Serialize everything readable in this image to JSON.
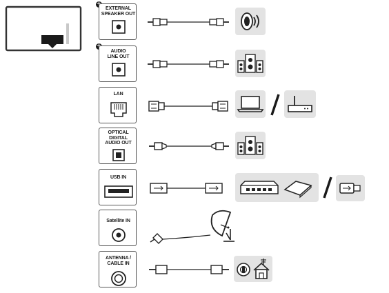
{
  "ports": [
    {
      "id": "external-speaker-out",
      "label": "EXTERNAL\nSPEAKER OUT",
      "has_plus": true
    },
    {
      "id": "audio-line-out",
      "label": "AUDIO\nLINE OUT",
      "has_plus": true
    },
    {
      "id": "lan",
      "label": "LAN",
      "has_plus": false
    },
    {
      "id": "optical-digital-audio-out",
      "label": "OPTICAL\nDIGITAL\nAUDIO OUT",
      "has_plus": false
    },
    {
      "id": "usb-in",
      "label": "USB IN",
      "has_plus": false
    },
    {
      "id": "satellite-in",
      "label": "Satellite IN",
      "has_plus": false
    },
    {
      "id": "antenna-cable-in",
      "label": "ANTENNA /\nCABLE IN",
      "has_plus": false
    }
  ],
  "plus_symbol": "+",
  "separator": "/",
  "icons": {
    "tv": "tv-back-icon",
    "speaker": "speaker-sound-icon",
    "audio_system": "audio-system-icon",
    "laptop": "laptop-icon",
    "router": "router-icon",
    "hard_drive": "external-hard-drive-icon",
    "usb": "usb-flash-drive-icon",
    "satellite": "satellite-dish-icon",
    "antenna": "antenna-house-icon"
  }
}
